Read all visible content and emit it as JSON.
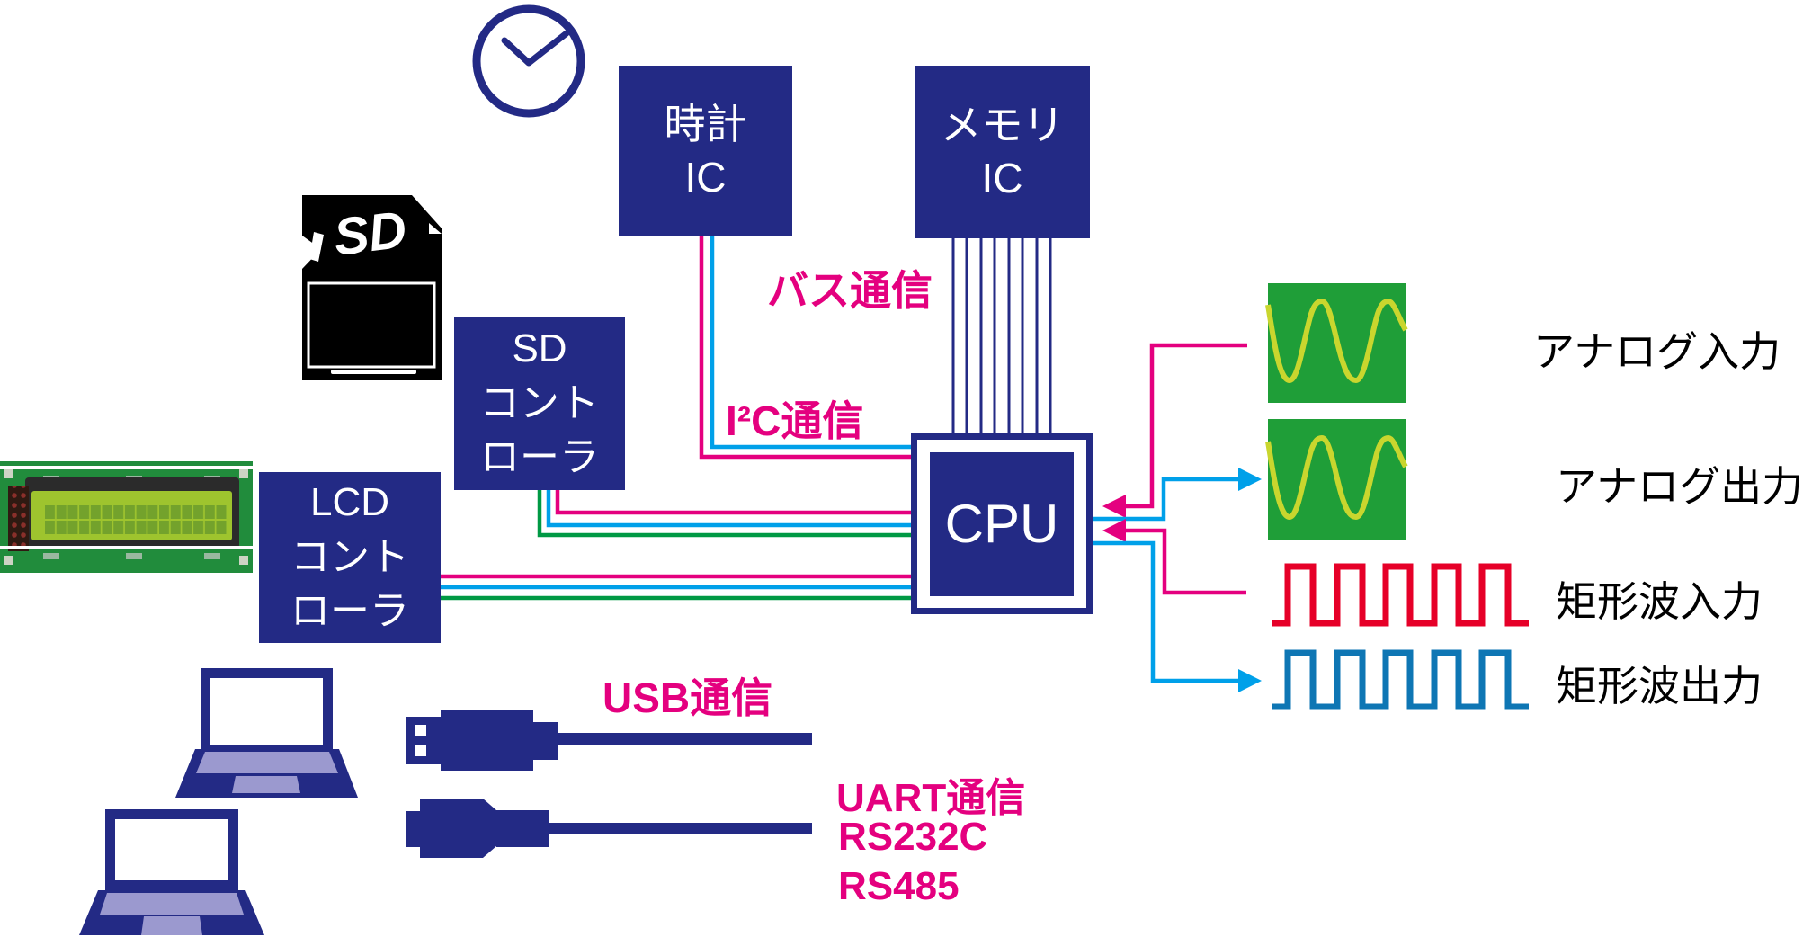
{
  "colors": {
    "navy": "#232a85",
    "pink": "#e4007f",
    "cyan": "#00a0e9",
    "green": "#009944",
    "green_box": "#1f9e38",
    "sine": "#c9d62e",
    "red": "#e60028",
    "blue": "#0e76b4",
    "deck": "#9b99cf",
    "pcb": "#218c3c",
    "bezel": "#2b2b2b",
    "screen": "#9ec42e",
    "screen_block": "#73a22c"
  },
  "boxes": {
    "clock_ic": {
      "label": "時計\nIC"
    },
    "memory_ic": {
      "label": "メモリ\nIC"
    },
    "sd_controller": {
      "label": "SD\nコント\nローラ"
    },
    "lcd_controller": {
      "label": "LCD\nコント\nローラ"
    },
    "cpu": {
      "label": "CPU"
    }
  },
  "labels": {
    "bus": "バス通信",
    "i2c": "I²C通信",
    "usb": "USB通信",
    "uart": "UART通信",
    "rs232c": "RS232C",
    "rs485": "RS485",
    "analog_in": "アナログ入力",
    "analog_out": "アナログ出力",
    "square_in": "矩形波入力",
    "square_out": "矩形波出力"
  },
  "icons": {
    "sd_card_logo": "SD"
  }
}
